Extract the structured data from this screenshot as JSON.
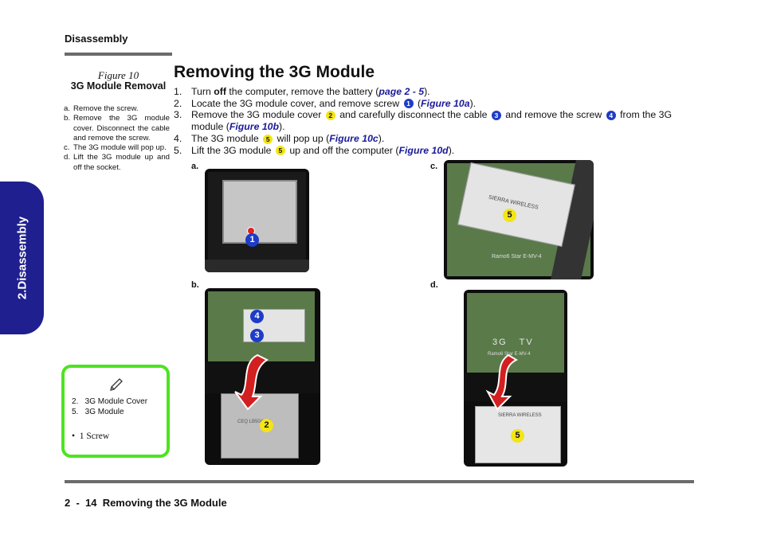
{
  "header": {
    "section": "Disassembly"
  },
  "side_tab": {
    "label": "2.Disassembly"
  },
  "figure": {
    "number": "Figure 10",
    "title": "3G Module Removal",
    "steps": [
      {
        "label": "a.",
        "text": "Remove the screw."
      },
      {
        "label": "b.",
        "text": "Remove the 3G module cover. Disconnect the cable and remove the screw."
      },
      {
        "label": "c.",
        "text": "The 3G module will pop up."
      },
      {
        "label": "d.",
        "text": "Lift the 3G module up and off the socket."
      }
    ]
  },
  "page_title": "Removing the 3G Module",
  "instructions": {
    "i1": {
      "num": "1.",
      "a": "Turn ",
      "b": "off",
      "c": " the computer, remove the battery (",
      "ref": "page 2 - 5",
      "d": ")."
    },
    "i2": {
      "num": "2.",
      "a": "Locate the 3G module cover, and remove screw ",
      "badge": "1",
      "b": " (",
      "ref": "Figure 10a",
      "c": ")."
    },
    "i3": {
      "num": "3.",
      "a": "Remove the 3G module cover ",
      "badge1": "2",
      "b": " and carefully disconnect the cable ",
      "badge2": "3",
      "c": " and remove the screw ",
      "badge3": "4",
      "d": " from the 3G module (",
      "ref": "Figure 10b",
      "e": ")."
    },
    "i4": {
      "num": "4.",
      "a": "The 3G module ",
      "badge": "5",
      "b": " will pop up (",
      "ref": "Figure 10c",
      "c": ")."
    },
    "i5": {
      "num": "5.",
      "a": "Lift the 3G module ",
      "badge": "5",
      "b": " up and off the computer (",
      "ref": "Figure 10d",
      "c": ")."
    }
  },
  "figures": {
    "a": {
      "label": "a.",
      "marker": "1"
    },
    "b": {
      "label": "b.",
      "marker4": "4",
      "marker3": "3",
      "marker2": "2",
      "cover_text": "CEQ LB5045-F"
    },
    "c": {
      "label": "c.",
      "marker": "5",
      "card_text": "SIERRA WIRELESS",
      "board_text": "Ramo6 Star E-MV-4"
    },
    "d": {
      "label": "d.",
      "marker": "5",
      "board_text": "3G   TV",
      "board_sub": "Ramo6 Star E-MV-4",
      "card_text": "SIERRA WIRELESS"
    }
  },
  "note_box": {
    "items": [
      "2.   3G Module Cover",
      "5.   3G Module"
    ],
    "screws": "1 Screw",
    "bullet": "•"
  },
  "footer": {
    "text": "2  -  14  Removing the 3G Module"
  },
  "colors": {
    "accent_blue": "#1f1f8f",
    "link_blue": "#1b1b9a",
    "marker_blue": "#1e3cc8",
    "marker_yellow": "#f3e516",
    "note_green": "#4ee321",
    "rule_gray": "#6b6b6b"
  }
}
